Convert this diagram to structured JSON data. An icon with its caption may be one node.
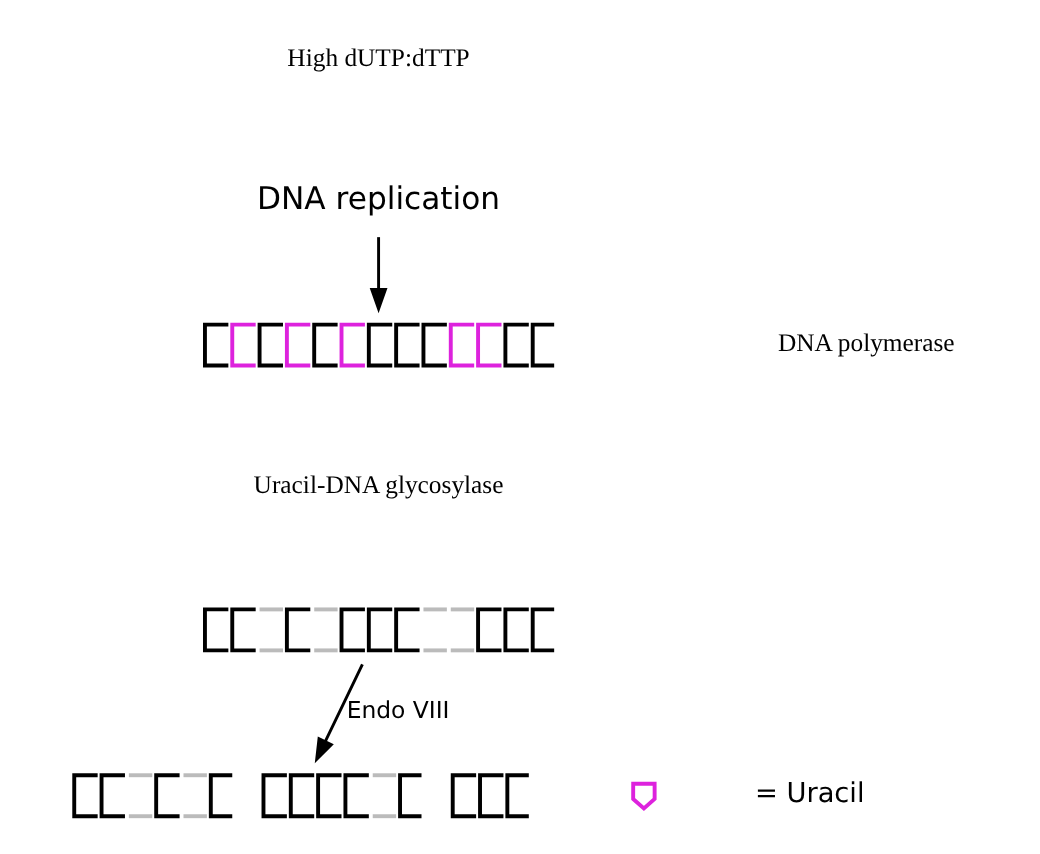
{
  "diagram": {
    "nodes": [
      {
        "text": [
          "DNA replication"
        ]
      },
      {
        "text": [],
        "shape": "picture"
      },
      {
        "text": [],
        "shape": "picture"
      },
      {
        "text": [],
        "shape": "picture"
      }
    ],
    "edges": [
      {
        "from": 0,
        "to": 1,
        "arrow": "to"
      },
      {
        "from": 2,
        "to": 3,
        "arrow": "to",
        "label": "Endo VIII"
      }
    ],
    "labels": [
      "High dUTP:dTTP",
      "DNA polymerase",
      "Uracil-DNA glycosylase"
    ],
    "legend": [
      {
        "text": "= Uracil"
      }
    ]
  }
}
